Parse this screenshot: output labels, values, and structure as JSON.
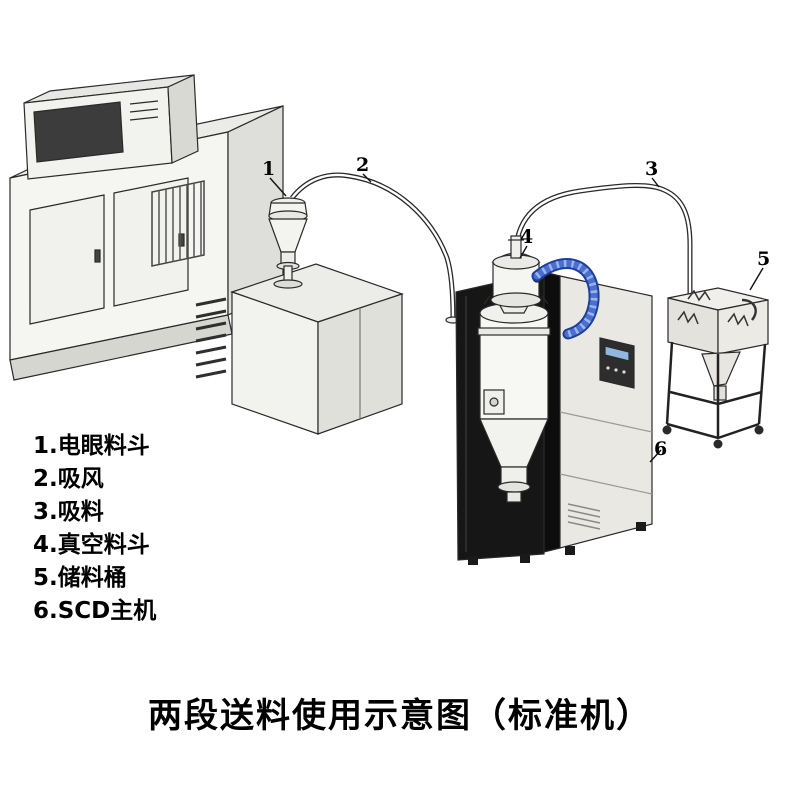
{
  "title": "两段送料使用示意图（标准机）",
  "legend": {
    "items": [
      {
        "text": "1.电眼料斗"
      },
      {
        "text": "2.吸风"
      },
      {
        "text": "3.吸料"
      },
      {
        "text": "4.真空料斗"
      },
      {
        "text": "5.储料桶"
      },
      {
        "text": "6.SCD主机"
      }
    ]
  },
  "callouts": [
    "1",
    "2",
    "3",
    "4",
    "5",
    "6"
  ],
  "colors": {
    "hose_outline": "#1d3f9b",
    "hose_fill": "#4a6fd0",
    "hose_ribs": "#9db4e8",
    "cabinet_dark": "#161616"
  }
}
